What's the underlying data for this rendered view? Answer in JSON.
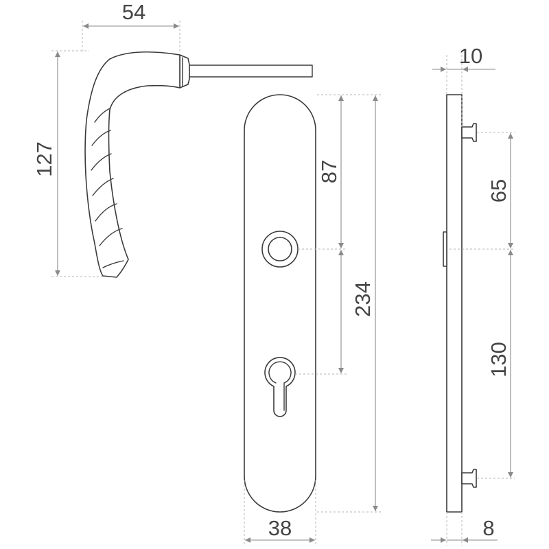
{
  "dimensions": {
    "handle_projection": "54",
    "handle_height": "127",
    "plate_thickness_top": "10",
    "handle_to_cylinder": "87",
    "plate_length": "234",
    "top_screw_to_spindle": "65",
    "spindle_to_bottom_screw": "130",
    "plate_width": "38",
    "plate_thickness_bottom": "8"
  },
  "colors": {
    "line": "#3a3a3a",
    "dimension": "#8a8a8a",
    "text": "#444444",
    "background": "#ffffff"
  }
}
